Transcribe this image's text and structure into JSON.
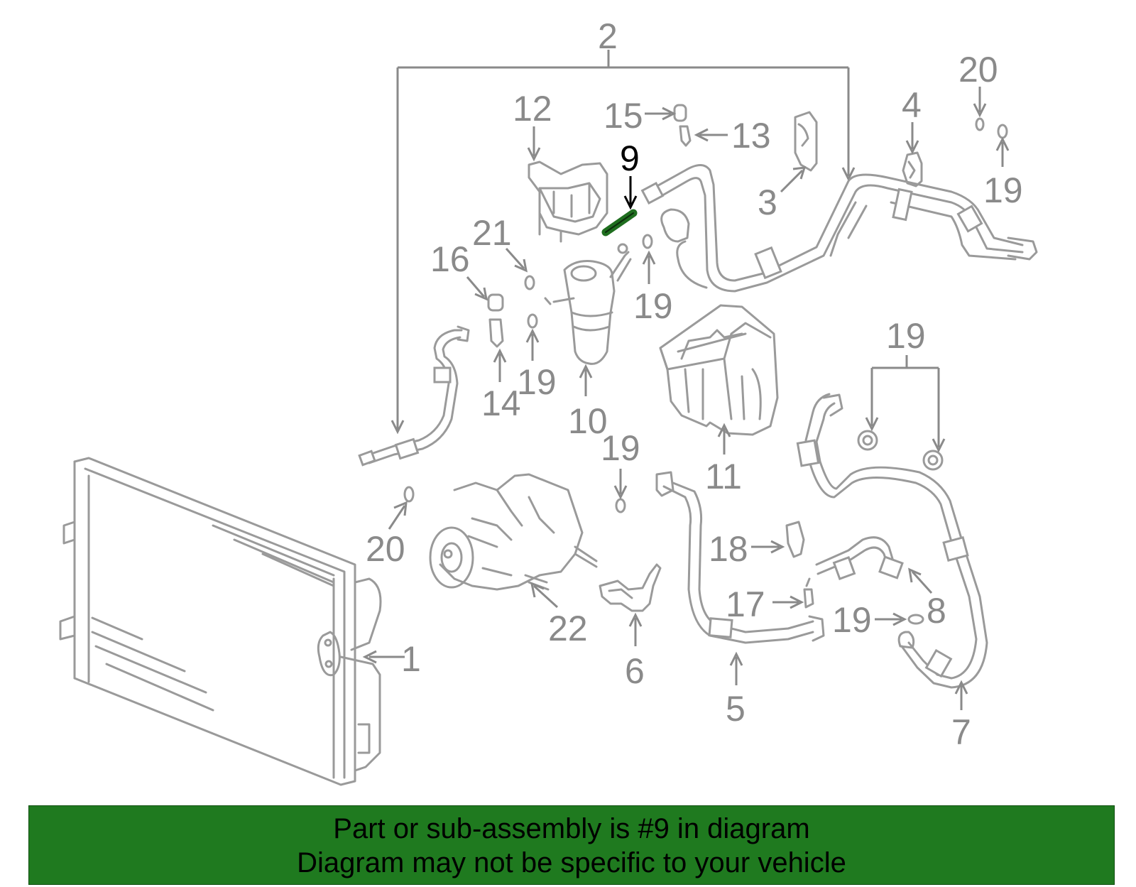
{
  "callouts": [
    {
      "id": "c1",
      "text": "1"
    },
    {
      "id": "c2",
      "text": "2"
    },
    {
      "id": "c3",
      "text": "3"
    },
    {
      "id": "c4",
      "text": "4"
    },
    {
      "id": "c5",
      "text": "5"
    },
    {
      "id": "c6",
      "text": "6"
    },
    {
      "id": "c7",
      "text": "7"
    },
    {
      "id": "c8",
      "text": "8"
    },
    {
      "id": "c9",
      "text": "9"
    },
    {
      "id": "c10",
      "text": "10"
    },
    {
      "id": "c11",
      "text": "11"
    },
    {
      "id": "c12",
      "text": "12"
    },
    {
      "id": "c13",
      "text": "13"
    },
    {
      "id": "c14",
      "text": "14"
    },
    {
      "id": "c15",
      "text": "15"
    },
    {
      "id": "c16",
      "text": "16"
    },
    {
      "id": "c17",
      "text": "17"
    },
    {
      "id": "c18",
      "text": "18"
    },
    {
      "id": "c19a",
      "text": "19"
    },
    {
      "id": "c19b",
      "text": "19"
    },
    {
      "id": "c19c",
      "text": "19"
    },
    {
      "id": "c19d",
      "text": "19"
    },
    {
      "id": "c19e",
      "text": "19"
    },
    {
      "id": "c19f",
      "text": "19"
    },
    {
      "id": "c20a",
      "text": "20"
    },
    {
      "id": "c20b",
      "text": "20"
    },
    {
      "id": "c21",
      "text": "21"
    },
    {
      "id": "c22",
      "text": "22"
    }
  ],
  "highlight_part": "9",
  "colors": {
    "part_line": "#9a9a9a",
    "label": "#8a8a8a",
    "highlight": "#000000",
    "highlight_part": "#1f6e1f",
    "banner_bg": "#1f7a1f"
  },
  "banner": {
    "line1": "Part or sub-assembly is #9 in diagram",
    "line2": "Diagram may not be specific to your vehicle"
  }
}
